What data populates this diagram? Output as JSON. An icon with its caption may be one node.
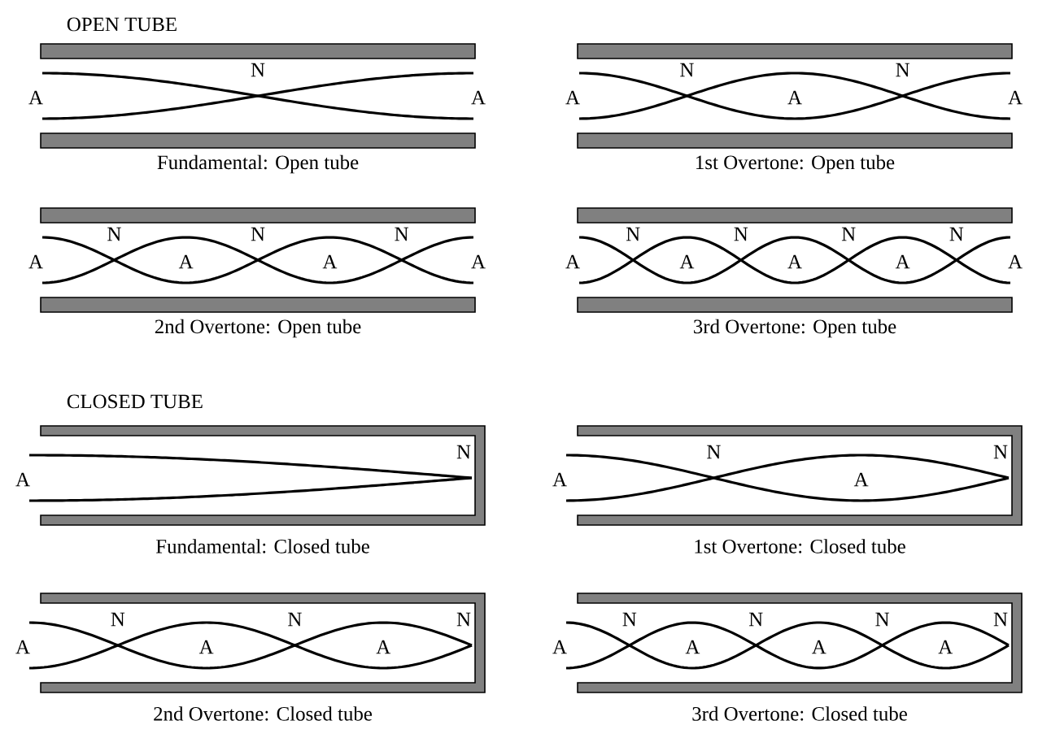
{
  "diagram": {
    "labels": [
      "OPEN TUBE",
      "A",
      "N",
      "A",
      "Fundamental: Open tube",
      "A",
      "N",
      "A",
      "N",
      "A",
      "1st Overtone: Open tube",
      "A",
      "N",
      "A",
      "N",
      "A",
      "N",
      "A",
      "2nd Overtone: Open tube",
      "A",
      "N",
      "A",
      "N",
      "A",
      "N",
      "A",
      "N",
      "A",
      "3rd Overtone: Open tube",
      "CLOSED TUBE",
      "A",
      "N",
      "Fundamental: Closed tube",
      "A",
      "N",
      "A",
      "N",
      "1st Overtone: Closed tube",
      "A",
      "N",
      "A",
      "N",
      "A",
      "N",
      "2nd Overtone: Closed tube",
      "A",
      "N",
      "A",
      "N",
      "A",
      "N",
      "A",
      "N",
      "3rd Overtone: Closed tube"
    ]
  }
}
